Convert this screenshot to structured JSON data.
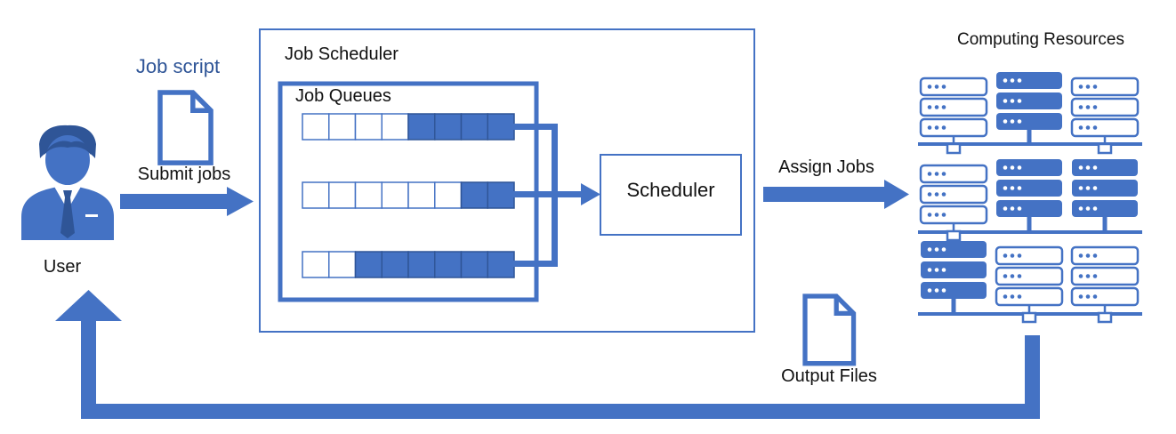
{
  "labels": {
    "job_script": "Job script",
    "submit_jobs": "Submit jobs",
    "user": "User",
    "job_scheduler": "Job Scheduler",
    "job_queues": "Job Queues",
    "scheduler": "Scheduler",
    "assign_jobs": "Assign Jobs",
    "computing_resources": "Computing Resources",
    "output_files": "Output Files"
  },
  "queues": [
    {
      "total_slots": 8,
      "filled_slots": 4
    },
    {
      "total_slots": 8,
      "filled_slots": 2
    },
    {
      "total_slots": 8,
      "filled_slots": 6
    }
  ],
  "colors": {
    "primary": "#4472c4",
    "dark_blue": "#2f5597",
    "text": "#111111"
  },
  "icons": {
    "user": "user-icon",
    "document": "document-icon",
    "server": "server-rack-icon"
  }
}
